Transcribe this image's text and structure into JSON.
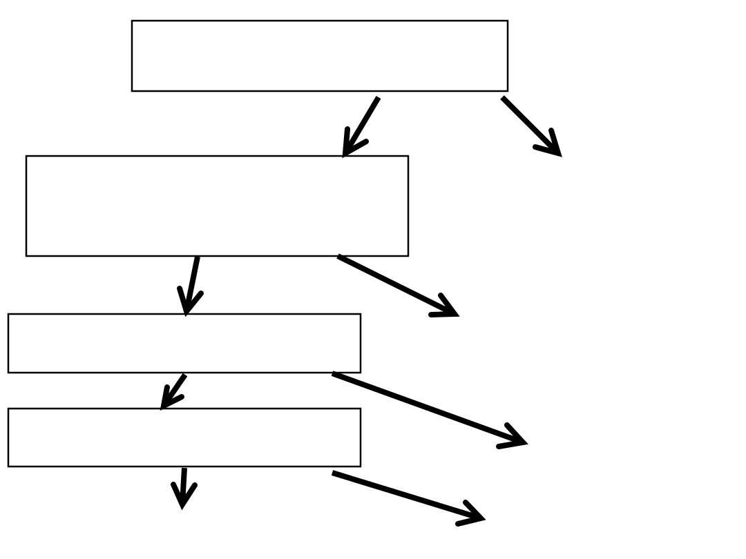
{
  "diagram": {
    "stroke_color": "#000000",
    "background_color": "#ffffff",
    "boxes": [
      {
        "id": "box-1",
        "label": ""
      },
      {
        "id": "box-2",
        "label": ""
      },
      {
        "id": "box-3",
        "label": ""
      },
      {
        "id": "box-4",
        "label": ""
      }
    ],
    "arrows": [
      {
        "id": "arrow-box1-to-box2",
        "from": "box-1",
        "to": "box-2"
      },
      {
        "id": "arrow-box1-right",
        "from": "box-1",
        "to": ""
      },
      {
        "id": "arrow-box2-to-box3",
        "from": "box-2",
        "to": "box-3"
      },
      {
        "id": "arrow-box2-right",
        "from": "box-2",
        "to": ""
      },
      {
        "id": "arrow-box3-to-box4",
        "from": "box-3",
        "to": "box-4"
      },
      {
        "id": "arrow-box3-right",
        "from": "box-3",
        "to": ""
      },
      {
        "id": "arrow-box4-down",
        "from": "box-4",
        "to": ""
      },
      {
        "id": "arrow-box4-right",
        "from": "box-4",
        "to": ""
      }
    ]
  }
}
